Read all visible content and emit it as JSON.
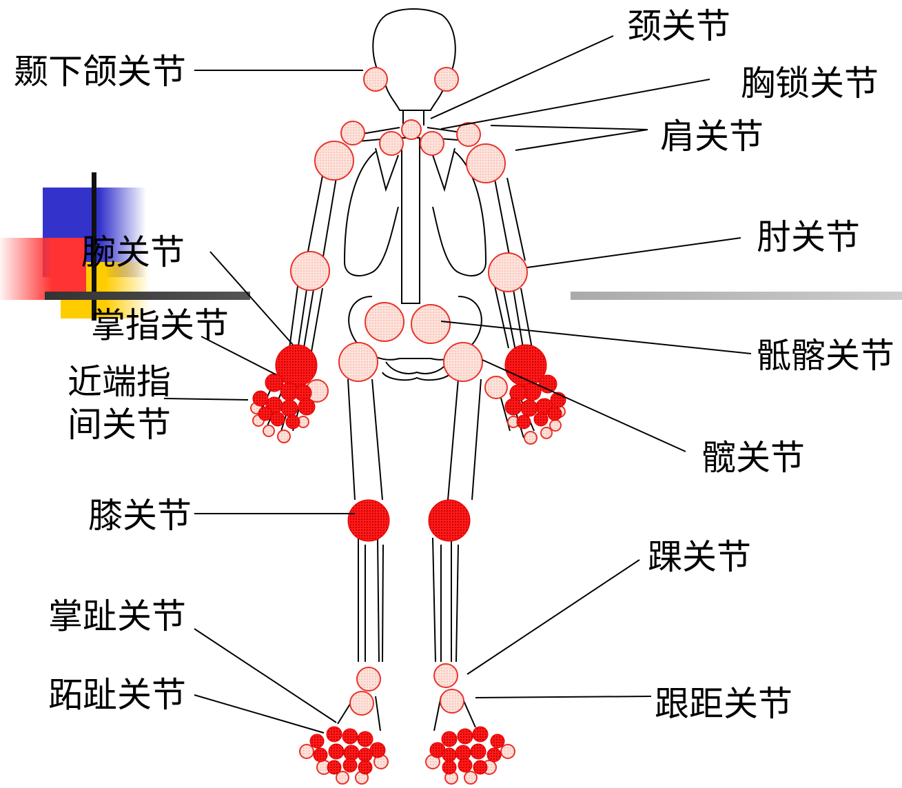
{
  "labels": {
    "tmj": "颞下颌关节",
    "neck": "颈关节",
    "sternoclavicular": "胸锁关节",
    "shoulder": "肩关节",
    "wrist": "腕关节",
    "elbow": "肘关节",
    "mcp": "掌指关节",
    "sacroiliac": "骶髂关节",
    "pip_line1": "近端指",
    "pip_line2": "间关节",
    "hip": "髋关节",
    "knee": "膝关节",
    "ankle": "踝关节",
    "mtp": "掌趾关节",
    "subtalar": "跟距关节",
    "toe_ip": "跖趾关节"
  },
  "colors": {
    "affected_joint": "#ff1a1a",
    "normal_joint_fill": "#fde0da",
    "normal_joint_stroke": "#e8322a",
    "deco_blue": "#3333cc",
    "deco_yellow": "#ffcc00",
    "deco_red": "#ff3333",
    "deco_gray": "#999999"
  }
}
